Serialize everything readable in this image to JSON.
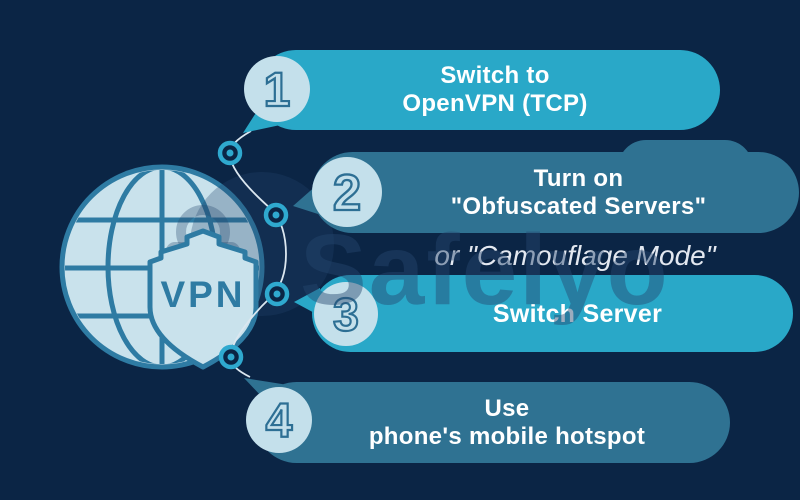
{
  "colors": {
    "background": "#0b2545",
    "bubble_cyan": "#29a8c8",
    "bubble_steel": "#2f7292",
    "badge_fill": "#c4e0eb",
    "badge_digit_stroke": "#2d6f94",
    "globe_fill": "#c9e2ec",
    "globe_line": "#2e7ba3",
    "node_ring": "#2fa9cf",
    "arc_line": "#dbe7f0",
    "text_white": "#ffffff",
    "note_text": "#e3e8f0",
    "watermark_tint": "rgba(38,70,110,0.45)"
  },
  "watermark": {
    "text": "Safelyo"
  },
  "globe": {
    "shield_label": "VPN"
  },
  "steps": [
    {
      "number": "1",
      "line1": "Switch to",
      "line2": "OpenVPN (TCP)"
    },
    {
      "number": "2",
      "line1": "Turn on",
      "line2": "\"Obfuscated Servers\"",
      "note": "or \"Camouflage Mode\""
    },
    {
      "number": "3",
      "line1": "Switch Server",
      "line2": ""
    },
    {
      "number": "4",
      "line1": "Use",
      "line2": "phone's mobile hotspot"
    }
  ]
}
